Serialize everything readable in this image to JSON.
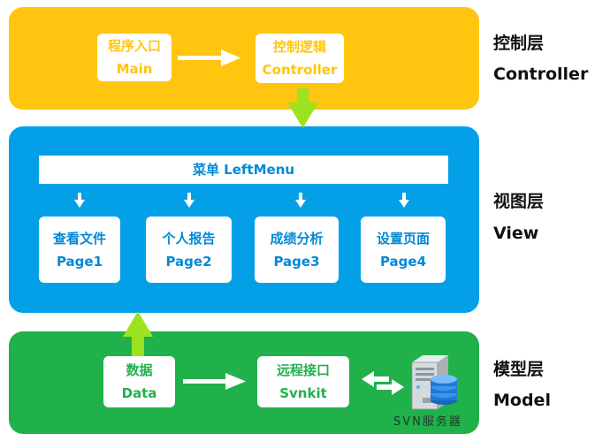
{
  "layers": {
    "controller": {
      "label_cn": "控制层",
      "label_en": "Controller",
      "entry": {
        "cn": "程序入口",
        "en": "Main"
      },
      "logic": {
        "cn": "控制逻辑",
        "en": "Controller"
      }
    },
    "view": {
      "label_cn": "视图层",
      "label_en": "View",
      "menu": "菜单 LeftMenu",
      "pages": [
        {
          "cn": "查看文件",
          "en": "Page1"
        },
        {
          "cn": "个人报告",
          "en": "Page2"
        },
        {
          "cn": "成绩分析",
          "en": "Page3"
        },
        {
          "cn": "设置页面",
          "en": "Page4"
        }
      ]
    },
    "model": {
      "label_cn": "模型层",
      "label_en": "Model",
      "data": {
        "cn": "数据",
        "en": "Data"
      },
      "svnkit": {
        "cn": "远程接口",
        "en": "Svnkit"
      },
      "server": "SVN服务器"
    }
  },
  "colors": {
    "controller": "#ffc50f",
    "view": "#03a0e8",
    "model": "#20b14a",
    "connector": "#9be320"
  }
}
